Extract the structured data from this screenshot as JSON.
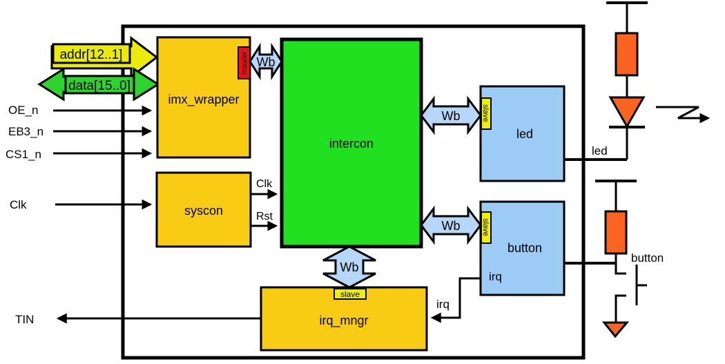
{
  "diagram": {
    "blocks": {
      "imx_wrapper": "imx_wrapper",
      "intercon": "intercon",
      "syscon": "syscon",
      "irq_mngr": "irq_mngr",
      "led": "led",
      "button": "button"
    },
    "tags": {
      "master": "master",
      "slave": "slave"
    },
    "bus_label": "Wb",
    "external_signals": {
      "addr": "addr[12..1]",
      "data": "data[15..0]",
      "oe": "OE_n",
      "eb3": "EB3_n",
      "cs1": "CS1_n",
      "clk": "Clk",
      "tin": "TIN"
    },
    "internal_signals": {
      "clk": "Clk",
      "rst": "Rst",
      "irq_port": "irq",
      "irq_wire": "irq"
    },
    "wire_labels": {
      "led": "led",
      "button": "button"
    },
    "colors": {
      "gold": "#F8CC15",
      "intercon_green": "#20E020",
      "data_green": "#2ED42E",
      "addr_yellow": "#EBEB09",
      "block_blue": "#9CCBF6",
      "bus_blue": "#B6D7F8",
      "orange": "#FA6420",
      "master_red": "#E81111",
      "tag_yellow": "#EFEF00",
      "line_black": "#000000"
    }
  }
}
